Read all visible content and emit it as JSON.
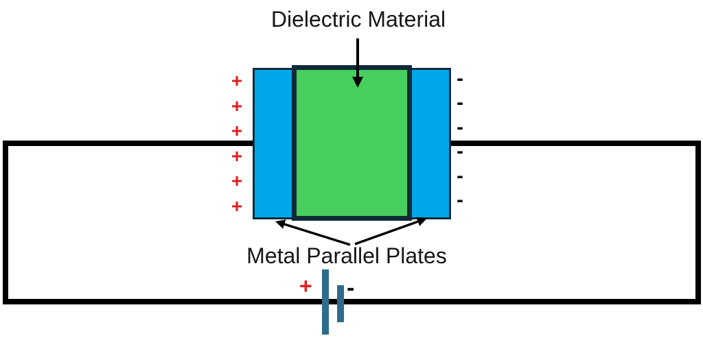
{
  "diagram": {
    "title": "Dielectric Material",
    "plates_label": "Metal Parallel Plates"
  },
  "charges": {
    "plus_symbol": "+",
    "minus_symbol": "-",
    "left_plate_charge_count": 6,
    "right_plate_charge_count": 6,
    "left_plate_polarity": "positive",
    "right_plate_polarity": "negative"
  },
  "battery": {
    "positive_label": "+",
    "negative_label": "-"
  },
  "colors": {
    "plate_fill": "#00a8ea",
    "dielectric_fill": "#46cf5c",
    "dark_outline": "#0f2b3a",
    "battery_bar": "#2e6c8d",
    "positive_charge_red": "#e01f1f",
    "wire_black": "#000000"
  }
}
